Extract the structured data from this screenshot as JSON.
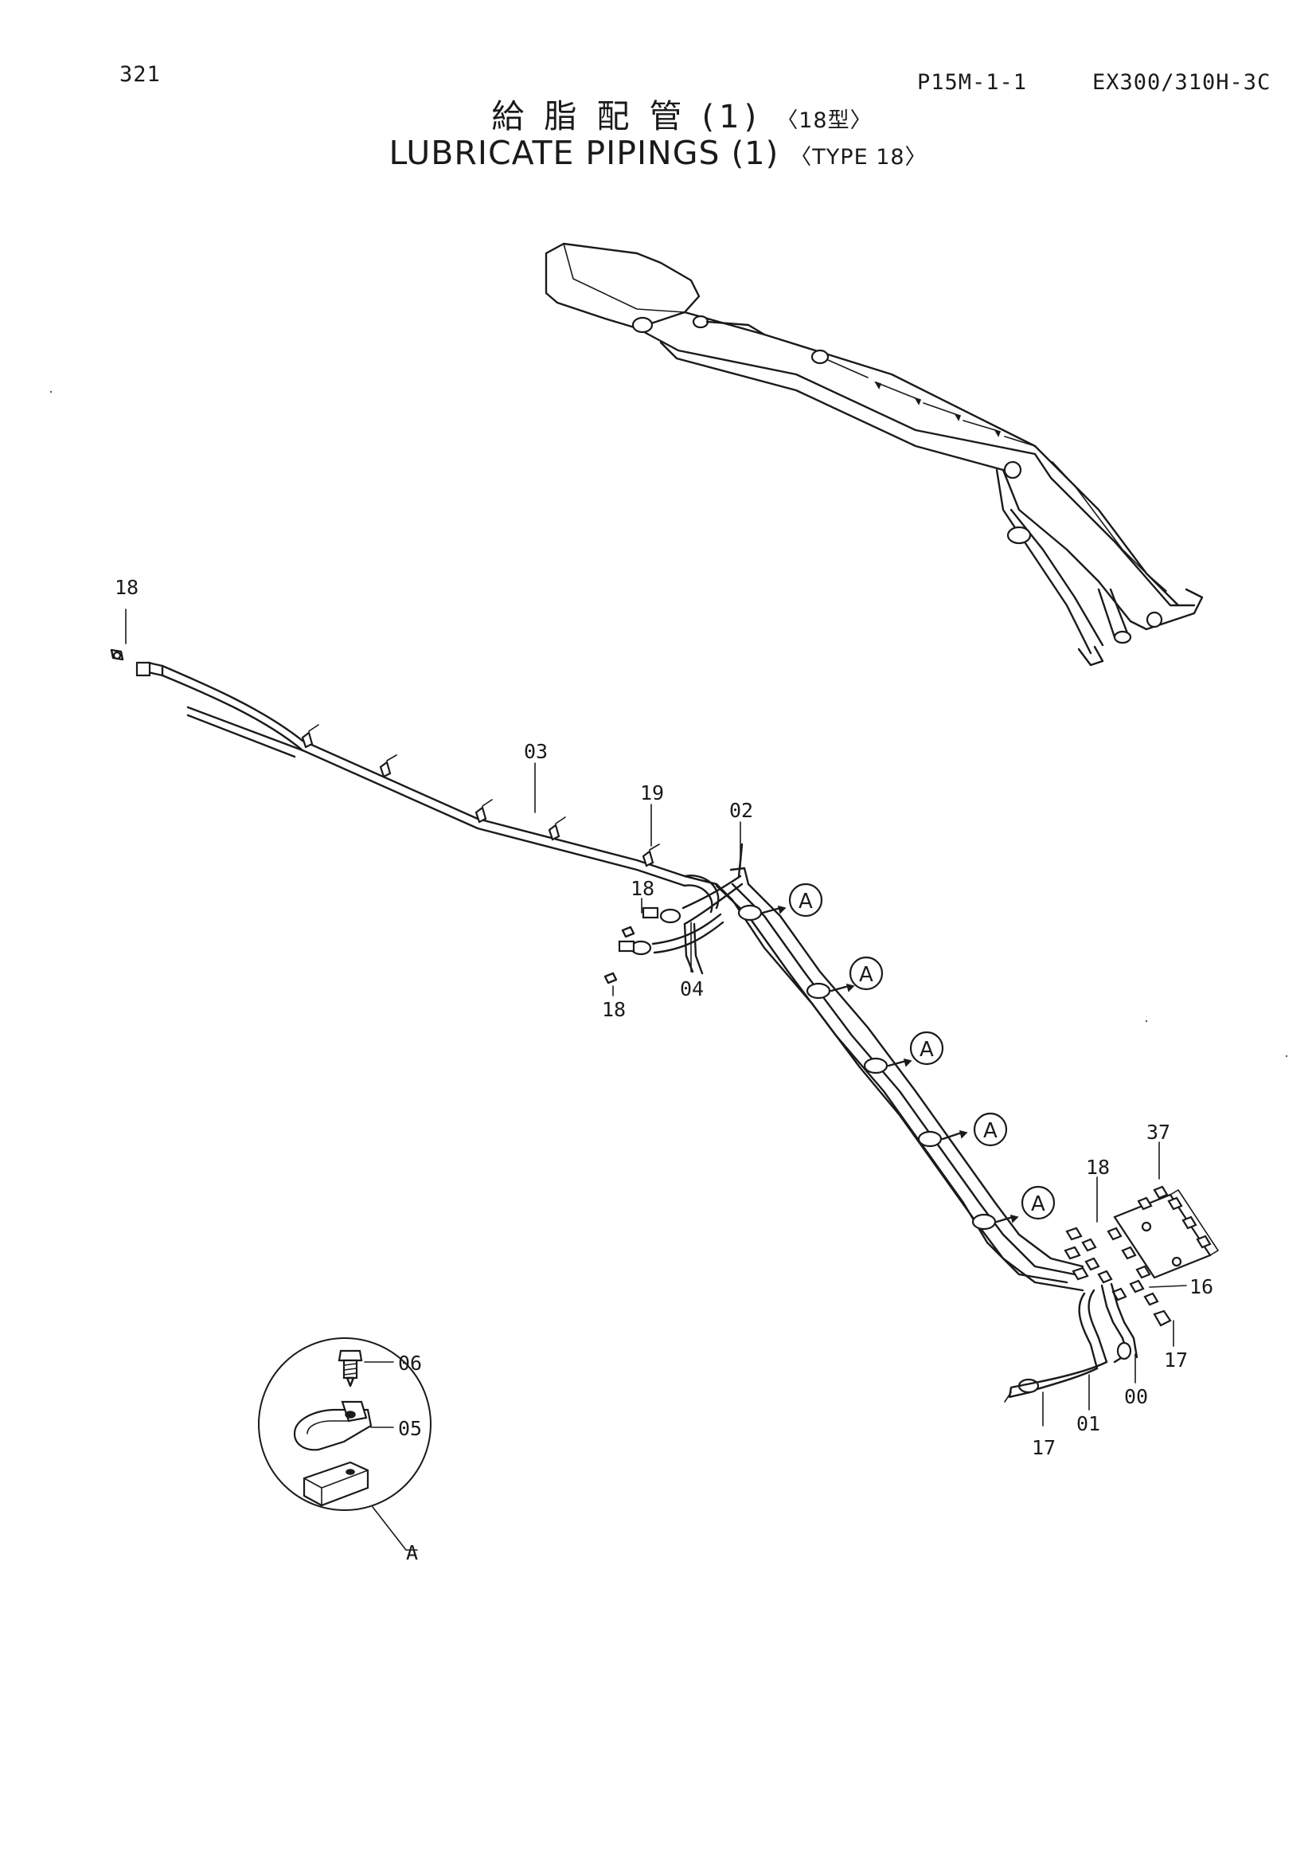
{
  "header": {
    "page_number": "321",
    "page_code": "P15M-1-1",
    "model": "EX300/310H-3C"
  },
  "title": {
    "jp_main": "給 脂 配 管",
    "jp_paren": "(1)",
    "jp_type": "〈18型〉",
    "en_main": "LUBRICATE PIPINGS",
    "en_paren": "(1)",
    "en_type": "〈TYPE 18〉"
  },
  "callouts": {
    "part_18_hose_end": "18",
    "part_03": "03",
    "part_19": "19",
    "part_02": "02",
    "part_18_upper": "18",
    "part_18_lower": "18",
    "part_04": "04",
    "ref_a_1": "A",
    "ref_a_2": "A",
    "ref_a_3": "A",
    "ref_a_4": "A",
    "ref_a_5": "A",
    "part_37": "37",
    "part_18_block": "18",
    "part_16": "16",
    "part_17_right": "17",
    "part_00": "00",
    "part_01": "01",
    "part_17_bottom": "17",
    "detail_06": "06",
    "detail_05": "05",
    "detail_ref": "A"
  }
}
